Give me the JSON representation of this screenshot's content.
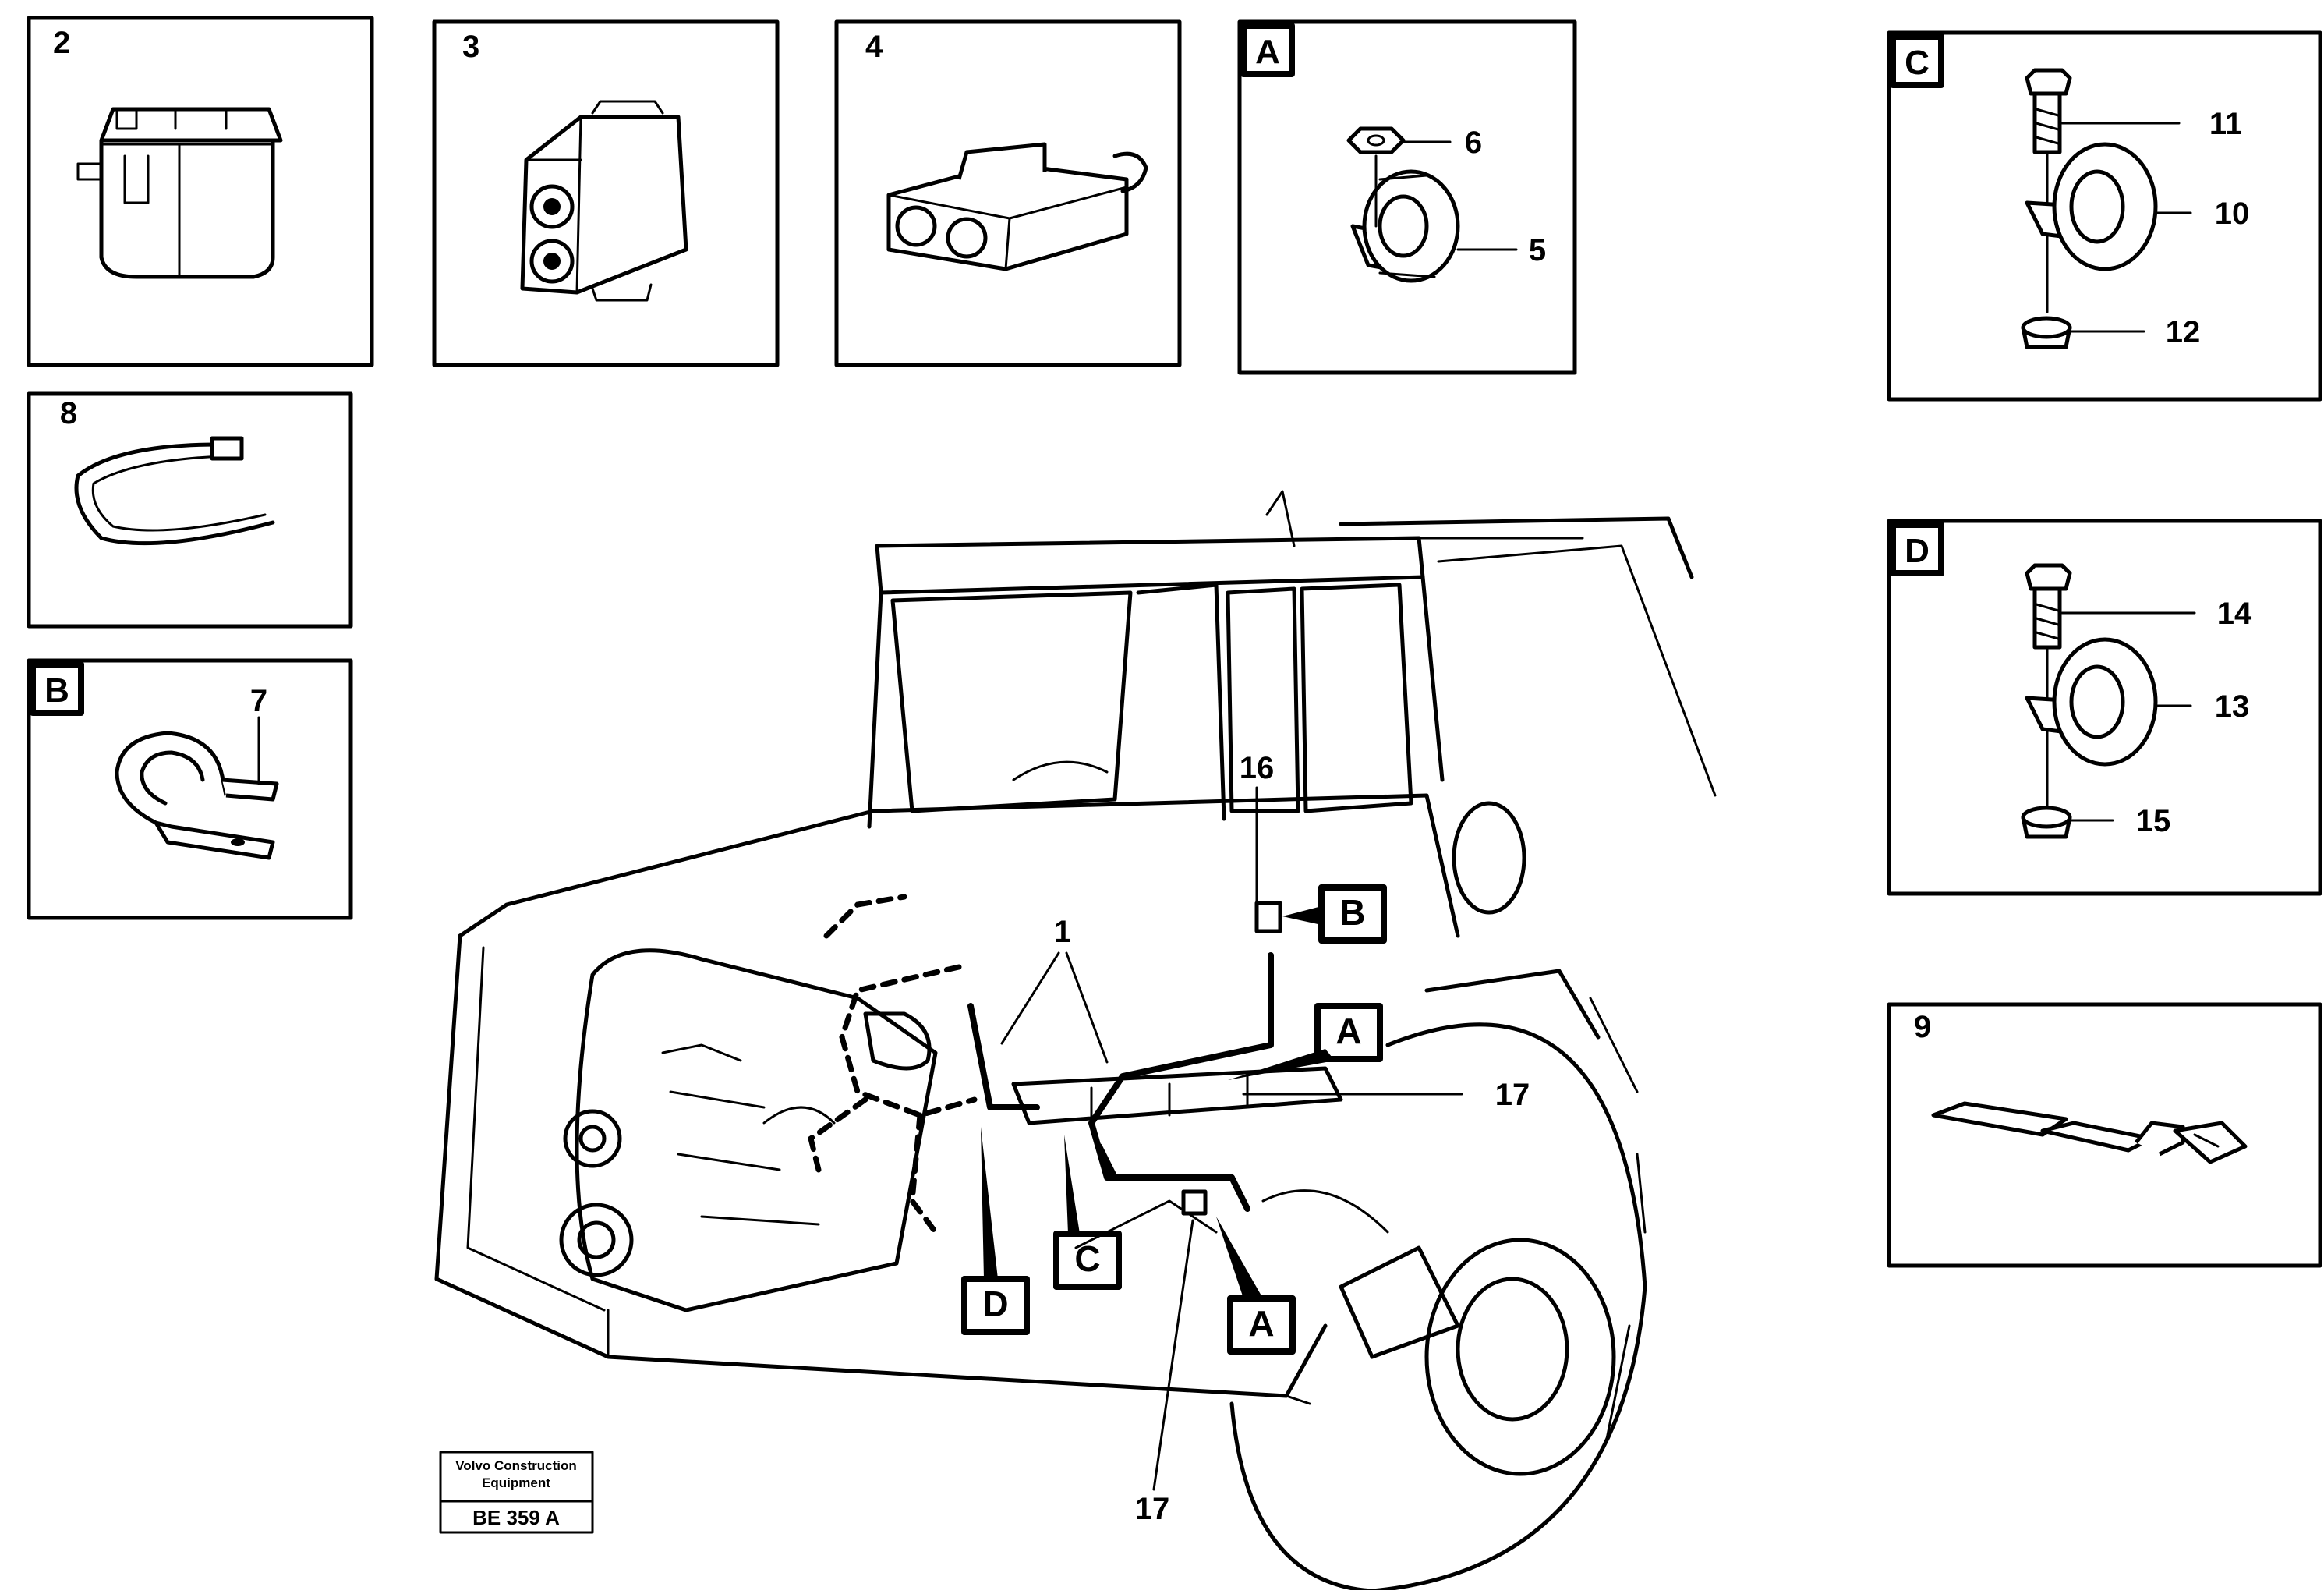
{
  "diagram": {
    "boxes": [
      {
        "id": "box-2",
        "label": "2",
        "part": "relay"
      },
      {
        "id": "box-3",
        "label": "3",
        "part": "two-pin connector"
      },
      {
        "id": "box-4",
        "label": "4",
        "part": "two-pin plug housing"
      },
      {
        "id": "box-A",
        "label": "A",
        "callouts": [
          "6",
          "5"
        ]
      },
      {
        "id": "box-C",
        "label": "C",
        "callouts": [
          "11",
          "10",
          "12"
        ]
      },
      {
        "id": "box-8",
        "label": "8",
        "part": "cable tie"
      },
      {
        "id": "box-B",
        "label": "B",
        "callouts": [
          "7"
        ]
      },
      {
        "id": "box-D",
        "label": "D",
        "callouts": [
          "14",
          "13",
          "15"
        ]
      },
      {
        "id": "box-9",
        "label": "9",
        "part": "strap clamp"
      }
    ],
    "machine_callouts": {
      "c1": "1",
      "c16": "16",
      "c17a": "17",
      "c17b": "17",
      "tagB": "B",
      "tagA1": "A",
      "tagA2": "A",
      "tagC": "C",
      "tagD": "D"
    },
    "stamp": {
      "line1": "Volvo Construction",
      "line2": "Equipment",
      "code": "BE 359 A"
    }
  }
}
